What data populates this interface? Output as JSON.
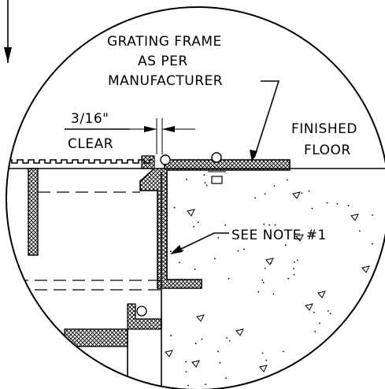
{
  "labels": {
    "grating_frame_line1": "GRATING FRAME",
    "grating_frame_line2": "AS PER",
    "grating_frame_line3": "MANUFACTURER",
    "clearance_value": "3/16\"",
    "clearance_word": "CLEAR",
    "finished_line1": "FINISHED",
    "finished_line2": "FLOOR",
    "note": "SEE NOTE #1"
  }
}
